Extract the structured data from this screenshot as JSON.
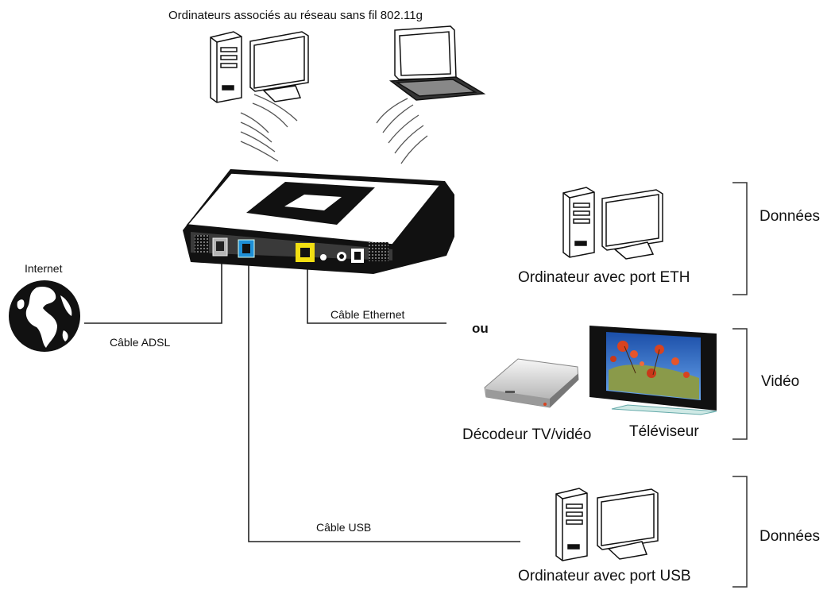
{
  "labels": {
    "wireless_title": "Ordinateurs associés au réseau sans fil 802.11g",
    "internet": "Internet",
    "cable_adsl": "Câble ADSL",
    "cable_ethernet": "Câble Ethernet",
    "ou": "ou",
    "computer_eth": "Ordinateur avec port ETH",
    "decoder": "Décodeur TV/vidéo",
    "tv": "Téléviseur",
    "cable_usb": "Câble USB",
    "computer_usb": "Ordinateur avec port USB",
    "category_data_1": "Données",
    "category_video": "Vidéo",
    "category_data_2": "Données"
  },
  "colors": {
    "line": "#222222",
    "router_body": "#111111",
    "port_grey": "#b5b5b5",
    "port_blue": "#1e8fd6",
    "port_yellow": "#f2df12",
    "tv_sky": "#2a63c6",
    "tv_flower": "#d8431f"
  }
}
